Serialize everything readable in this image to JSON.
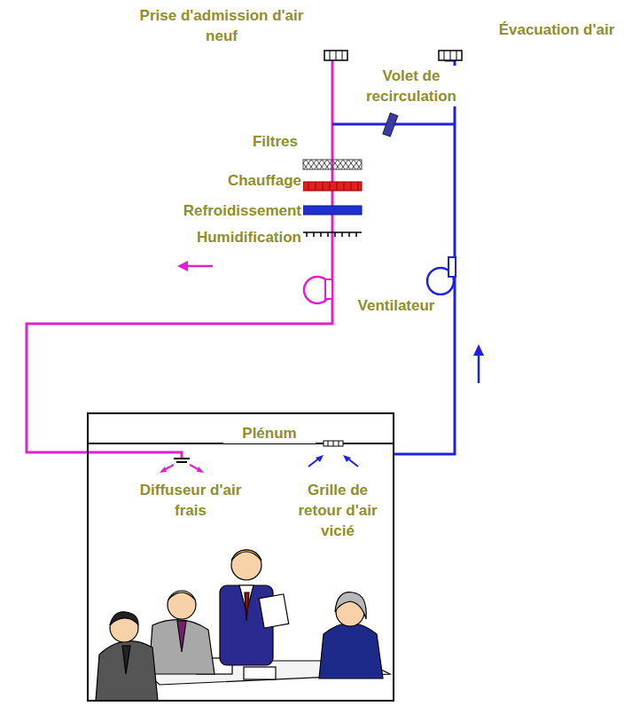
{
  "diagram": {
    "nodes": [
      {
        "text": [
          "Plénum",
          "Diffuseur d'air frais",
          "Grille de retour d'air vicié"
        ]
      }
    ],
    "labels": [
      "Prise d'admission d'air neuf",
      "Évacuation d'air",
      "Volet de recirculation",
      "Filtres",
      "Chauffage",
      "Refroidissement",
      "Humidification",
      "Ventilateur"
    ]
  }
}
